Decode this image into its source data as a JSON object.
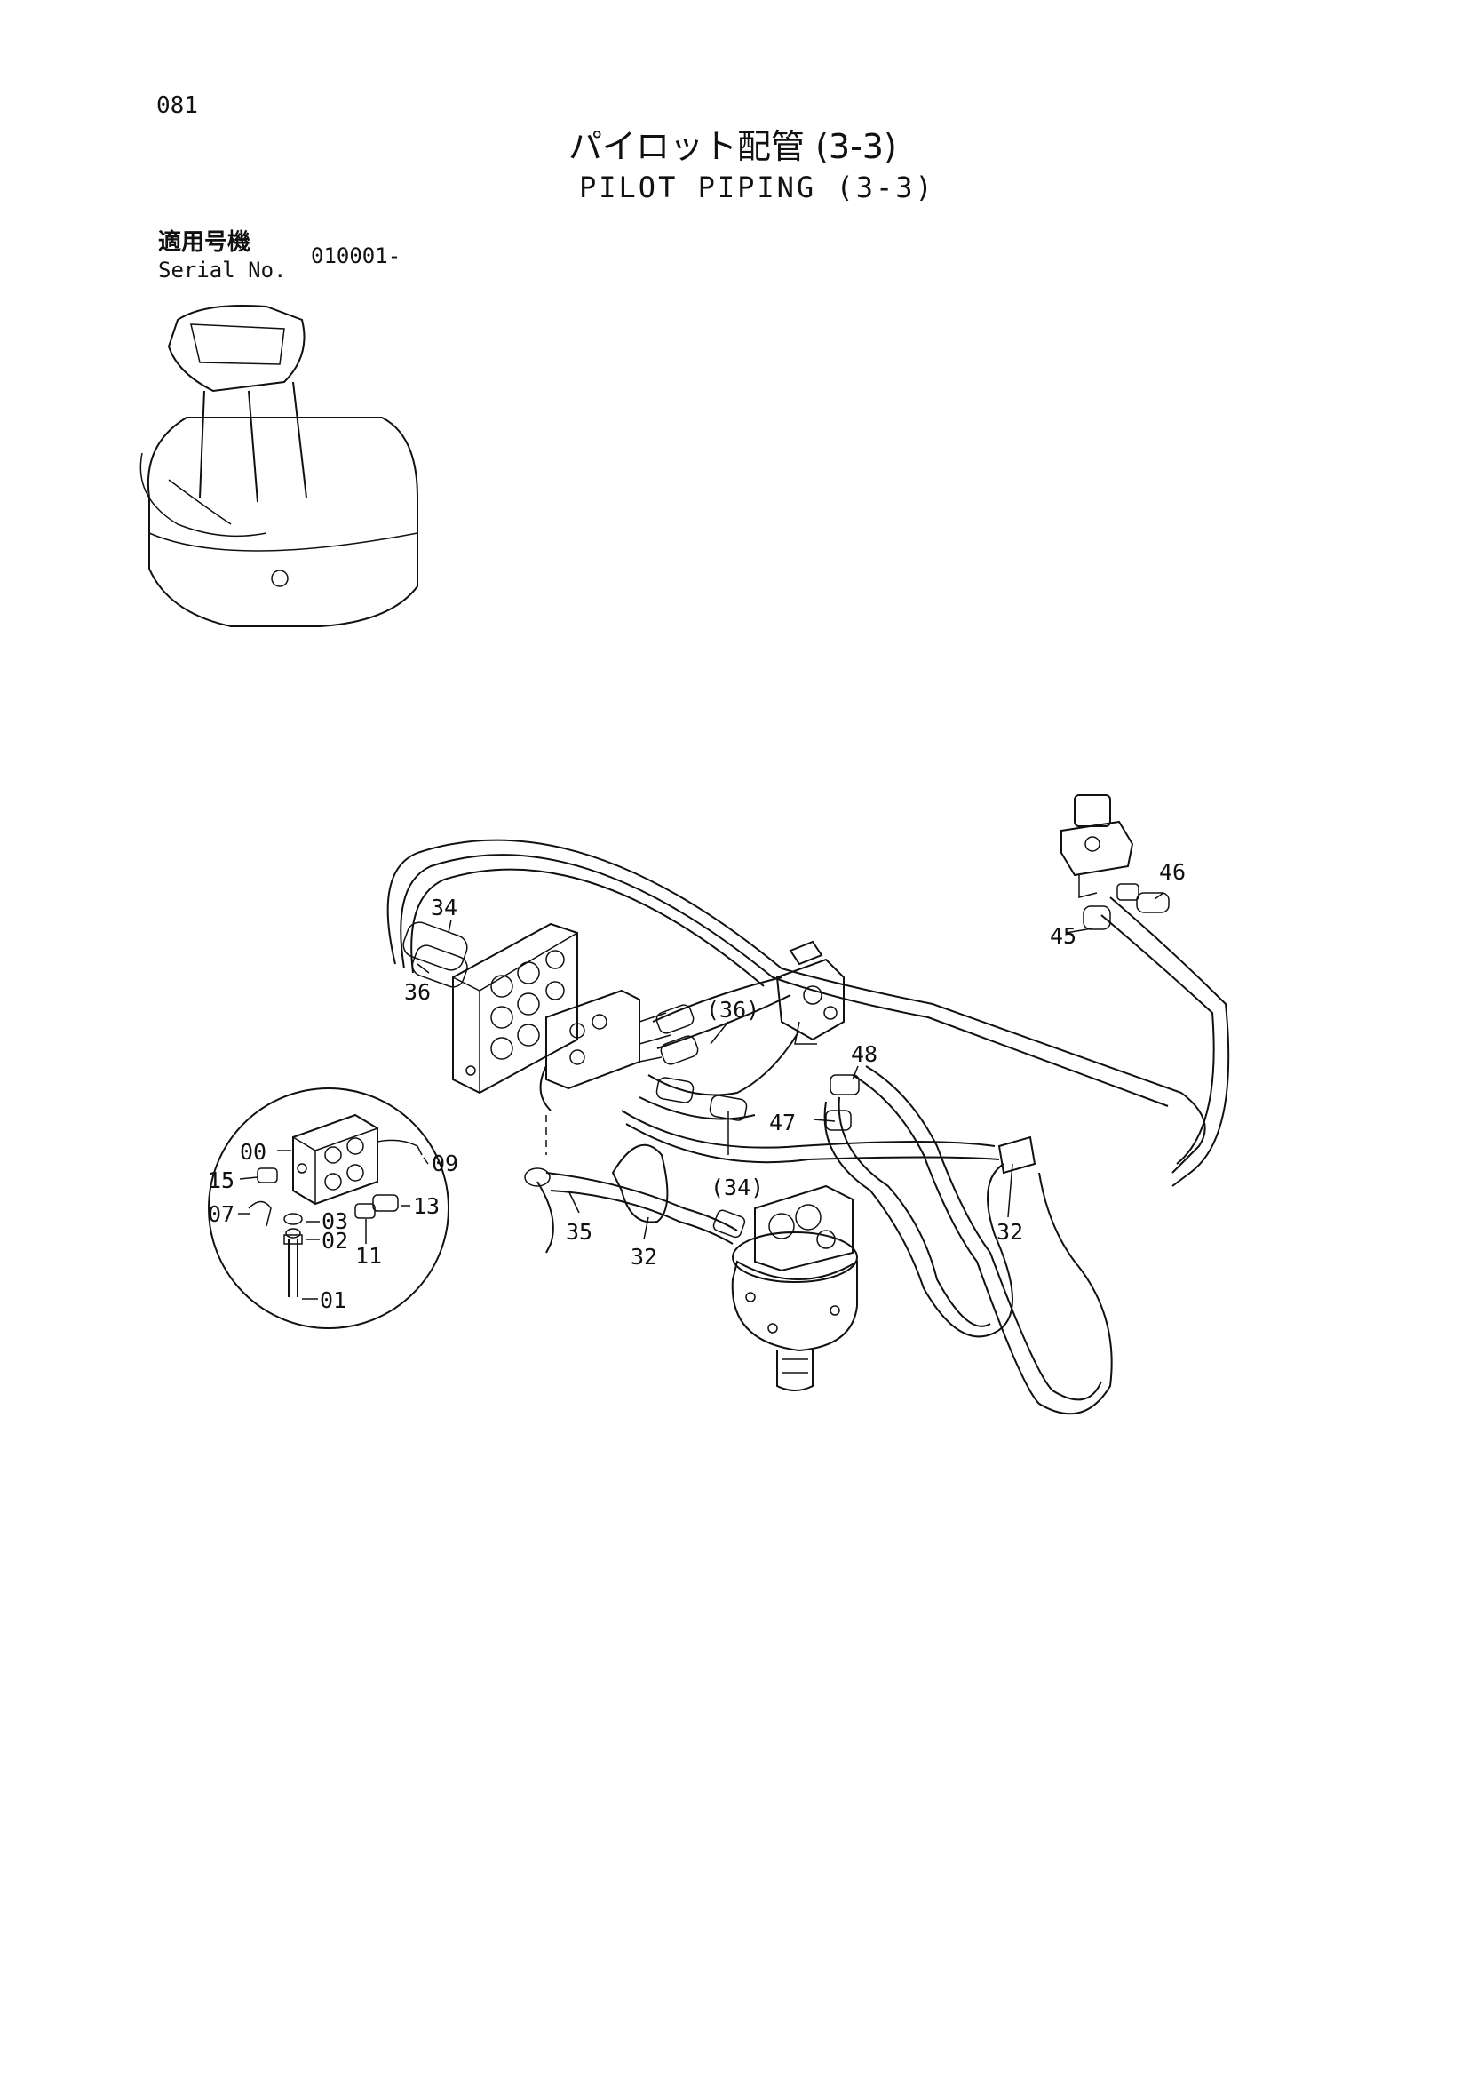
{
  "header": {
    "page_number": "081",
    "title_jp": "パイロット配管 (3-3)",
    "title_en": "PILOT PIPING (3-3)",
    "serial_label_jp": "適用号機",
    "serial_label_en": "Serial No.",
    "serial_value": "010001-"
  },
  "callouts": {
    "c34": "34",
    "c36": "36",
    "c36p": "(36)",
    "c34p": "(34)",
    "c35": "35",
    "c32a": "32",
    "c32b": "32",
    "c45": "45",
    "c46": "46",
    "c47": "47",
    "c48": "48",
    "c00": "00",
    "c15": "15",
    "c07": "07",
    "c03": "03",
    "c02": "02",
    "c11": "11",
    "c13": "13",
    "c09": "09",
    "c01": "01"
  }
}
